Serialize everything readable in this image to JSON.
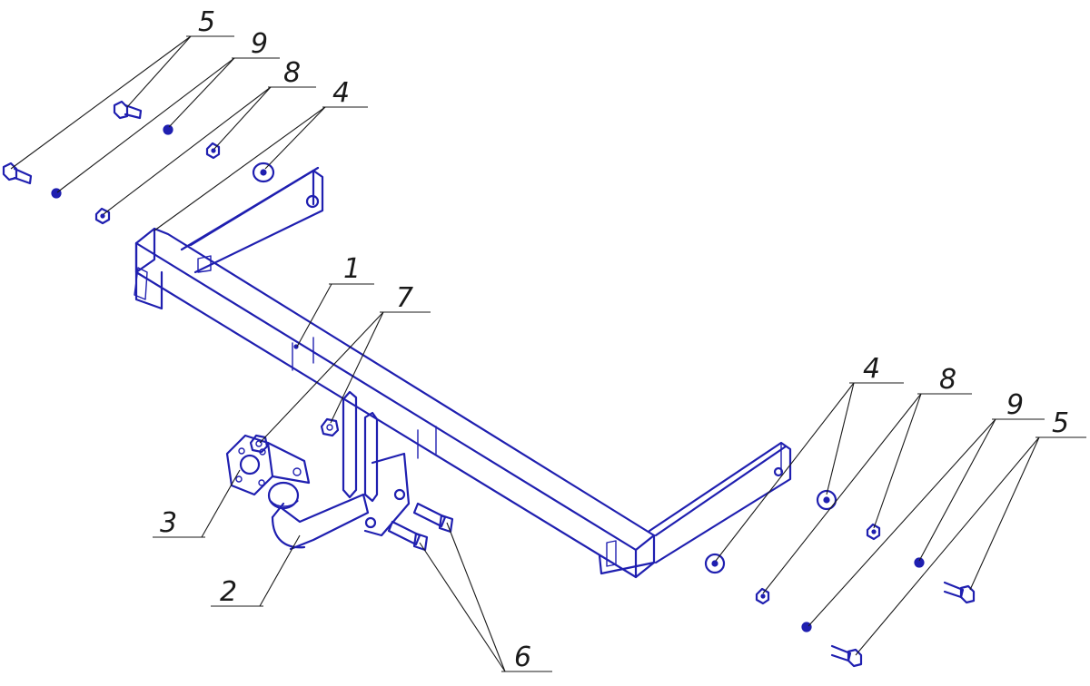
{
  "diagram": {
    "colors": {
      "parts": "#1f1fb0",
      "leaders": "#1a1a1a",
      "background": "#ffffff"
    },
    "callouts": [
      {
        "id": "c5-top",
        "label": "5"
      },
      {
        "id": "c9-top",
        "label": "9"
      },
      {
        "id": "c8-top",
        "label": "8"
      },
      {
        "id": "c4-top",
        "label": "4"
      },
      {
        "id": "c1",
        "label": "1"
      },
      {
        "id": "c7",
        "label": "7"
      },
      {
        "id": "c3",
        "label": "3"
      },
      {
        "id": "c2",
        "label": "2"
      },
      {
        "id": "c6",
        "label": "6"
      },
      {
        "id": "c4-right",
        "label": "4"
      },
      {
        "id": "c8-right",
        "label": "8"
      },
      {
        "id": "c9-right",
        "label": "9"
      },
      {
        "id": "c5-right",
        "label": "5"
      }
    ]
  }
}
